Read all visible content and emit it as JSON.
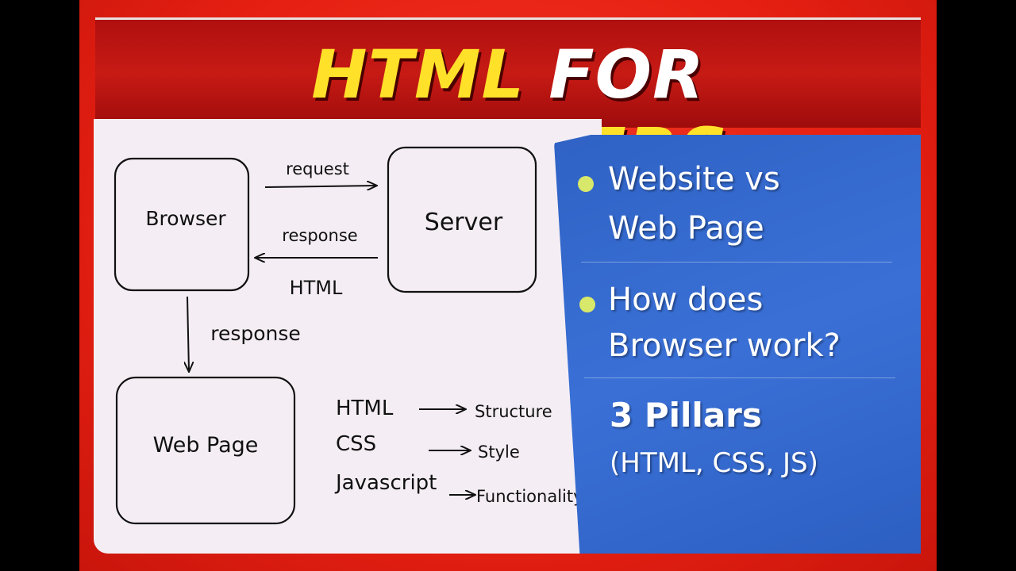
{
  "title": {
    "part1": "HTML",
    "part2": "FOR",
    "part3": "BEGINNERS"
  },
  "diagram": {
    "browser": "Browser",
    "server": "Server",
    "request": "request",
    "response_top": "response",
    "html_label": "HTML",
    "response_down": "response",
    "web_page": "Web Page",
    "pillars": [
      {
        "tech": "HTML",
        "role": "Structure"
      },
      {
        "tech": "CSS",
        "role": "Style"
      },
      {
        "tech": "Javascript",
        "role": "Functionality"
      }
    ]
  },
  "bullets": {
    "b1_line1": "Website vs",
    "b1_line2": "Web Page",
    "b2_line1": "How does",
    "b2_line2": "Browser work?",
    "b3_line1": "3 Pillars",
    "b3_line2": "(HTML, CSS, JS)"
  },
  "colors": {
    "frame": "#e62012",
    "title_yellow": "#ffe12a",
    "panel_blue": "#3a70d6",
    "bullet_dot": "#d8e86a"
  }
}
